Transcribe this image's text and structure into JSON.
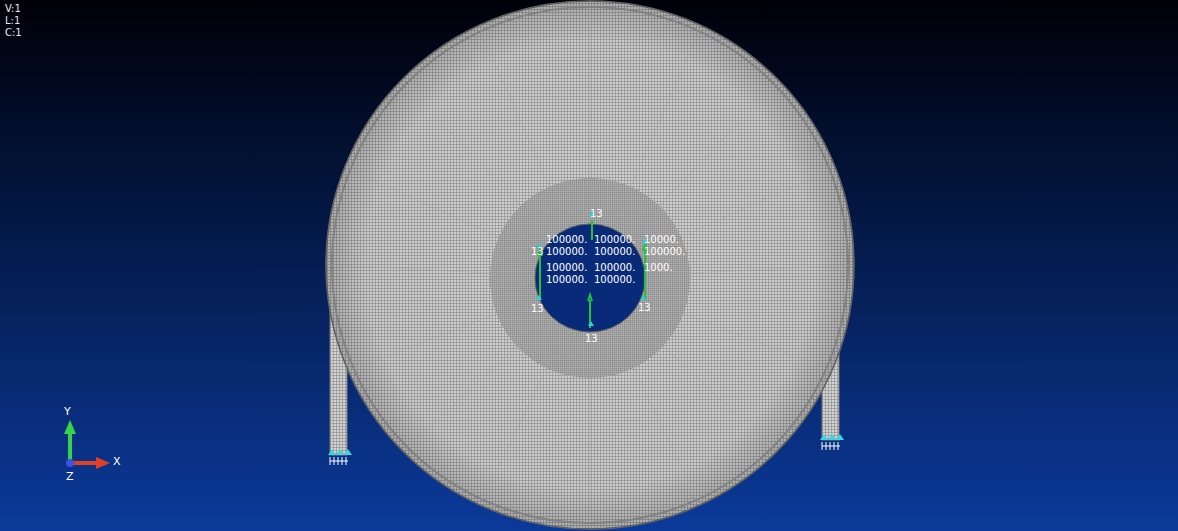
{
  "diagram": {
    "labels": [
      "V:1",
      "L:1",
      "C:1",
      "13",
      "100000.",
      "100000.",
      "10000.",
      "13",
      "100000.",
      "100000.",
      "100000.",
      "100000.",
      "100000.",
      "1000.",
      "100000.",
      "100000.",
      "13",
      "13",
      "13",
      "Y",
      "X",
      "Z"
    ]
  }
}
